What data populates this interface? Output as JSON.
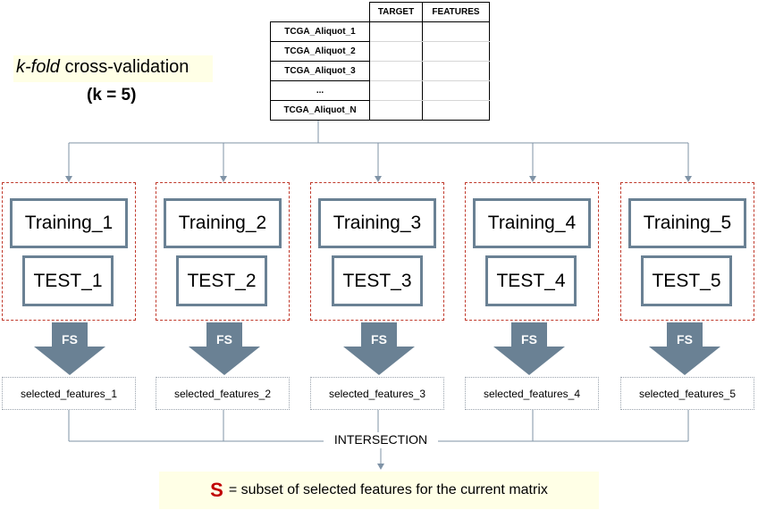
{
  "title": {
    "kfold_italic": "k-fold",
    "kfold_rest": " cross-validation",
    "k_value": "(k = 5)"
  },
  "matrix": {
    "columns": [
      "TARGET",
      "FEATURES"
    ],
    "rows": [
      "TCGA_Aliquot_1",
      "TCGA_Aliquot_2",
      "TCGA_Aliquot_3",
      "...",
      "TCGA_Aliquot_N"
    ]
  },
  "folds": [
    {
      "training": "Training_1",
      "test": "TEST_1",
      "fs": "FS",
      "selected": "selected_features_1"
    },
    {
      "training": "Training_2",
      "test": "TEST_2",
      "fs": "FS",
      "selected": "selected_features_2"
    },
    {
      "training": "Training_3",
      "test": "TEST_3",
      "fs": "FS",
      "selected": "selected_features_3"
    },
    {
      "training": "Training_4",
      "test": "TEST_4",
      "fs": "FS",
      "selected": "selected_features_4"
    },
    {
      "training": "Training_5",
      "test": "TEST_5",
      "fs": "FS",
      "selected": "selected_features_5"
    }
  ],
  "intersection": "INTERSECTION",
  "result": {
    "symbol": "S",
    "text": "= subset of selected features for the current matrix"
  },
  "colors": {
    "box_border": "#6a8194",
    "arrow_fill": "#6a8194",
    "fold_border": "#c0392b",
    "highlight_bg": "#ffffe6",
    "symbol_red": "#c00000"
  }
}
